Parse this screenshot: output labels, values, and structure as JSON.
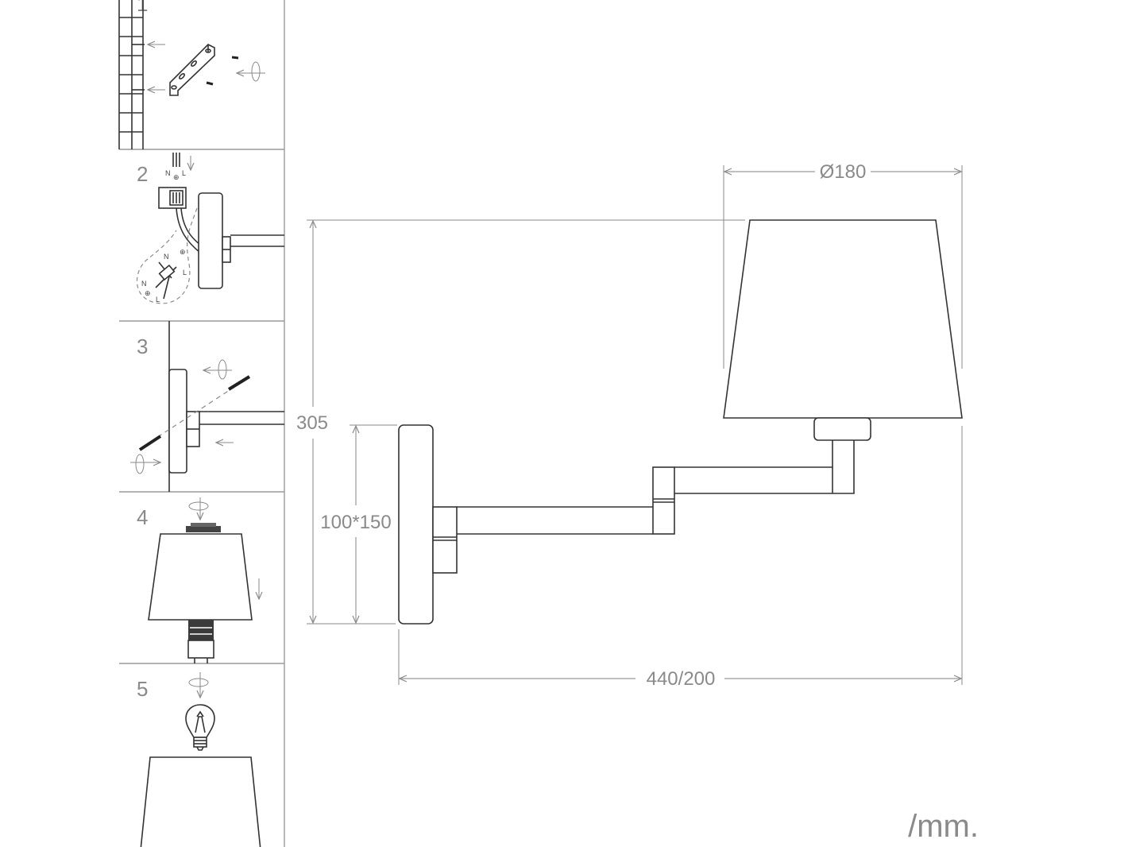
{
  "steps": [
    {
      "number": "1"
    },
    {
      "number": "2"
    },
    {
      "number": "3"
    },
    {
      "number": "4"
    },
    {
      "number": "5"
    }
  ],
  "wiring_labels": {
    "neutral": "N",
    "live": "L",
    "earth": "⊕"
  },
  "dimensions": {
    "shade_diameter": "Ø180",
    "height": "305",
    "base_plate": "100*150",
    "projection": "440/200"
  },
  "units": "/mm."
}
